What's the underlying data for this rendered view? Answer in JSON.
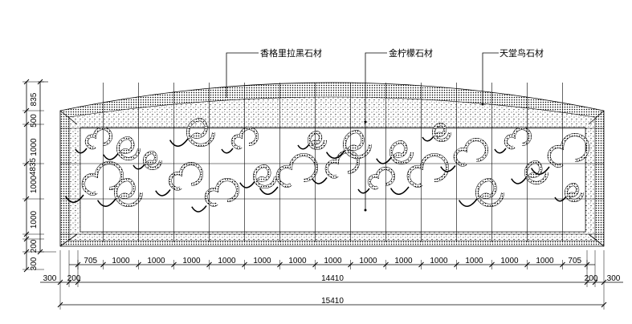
{
  "labels": {
    "material_1": "香格里拉黑石材",
    "material_2": "金柠檬石材",
    "material_3": "天堂鸟石材"
  },
  "dimensions": {
    "left_segments": [
      "835",
      "500",
      "1000",
      "1000",
      "1000",
      "200",
      "300"
    ],
    "left_total": "4835",
    "bottom_row1": [
      "705",
      "1000",
      "1000",
      "1000",
      "1000",
      "1000",
      "1000",
      "1000",
      "1000",
      "1000",
      "1000",
      "1000",
      "1000",
      "1000",
      "705"
    ],
    "bottom_row2": [
      "300",
      "200",
      "14410",
      "200",
      "300"
    ],
    "bottom_total": "15410"
  }
}
